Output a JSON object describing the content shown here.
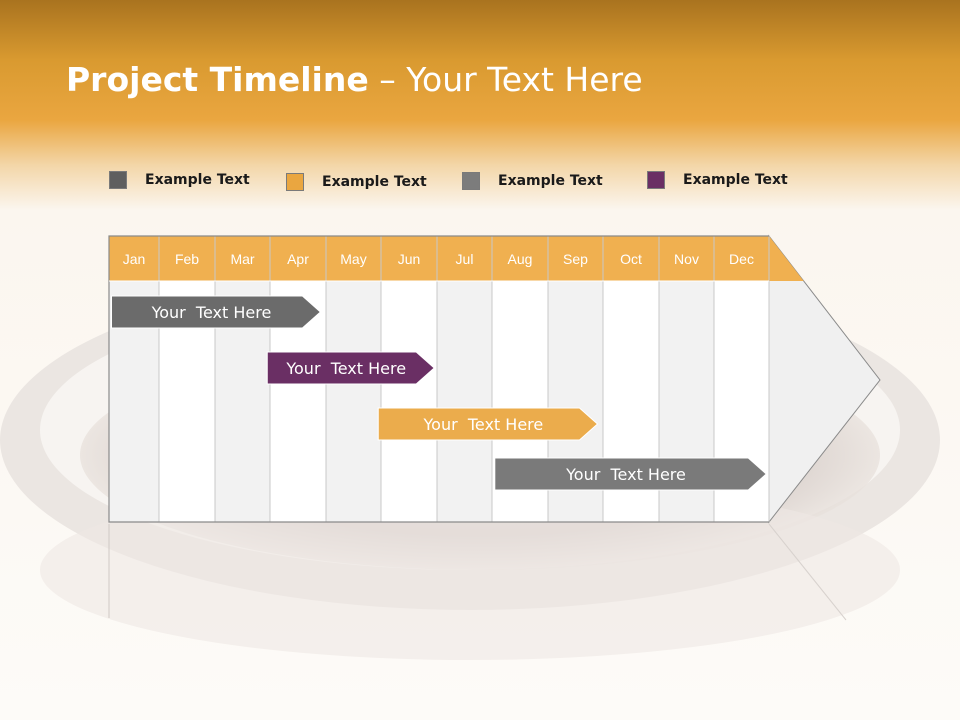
{
  "title": {
    "bold": "Project Timeline",
    "rest": " – Your Text Here"
  },
  "colors": {
    "header_orange": "#eaa640",
    "month_header": "#f0b050",
    "gray": "#6b6b6b",
    "orange": "#ebac4c",
    "purple": "#6a2f64",
    "gray_light": "#7f7f7f"
  },
  "legend": [
    {
      "label": "Example Text",
      "color": "#5f5f5f"
    },
    {
      "label": "Example Text",
      "color": "#eaa640"
    },
    {
      "label": "Example Text",
      "color": "#7c7c7c"
    },
    {
      "label": "Example Text",
      "color": "#6a2f64"
    }
  ],
  "months": [
    "Jan",
    "Feb",
    "Mar",
    "Apr",
    "May",
    "Jun",
    "Jul",
    "Aug",
    "Sep",
    "Oct",
    "Nov",
    "Dec"
  ],
  "tasks": [
    {
      "label": "Your  Text Here",
      "start": 0.05,
      "end": 3.9,
      "color": "#6b6b6b"
    },
    {
      "label": "Your  Text Here",
      "start": 2.95,
      "end": 5.95,
      "color": "#6a2f64"
    },
    {
      "label": "Your  Text Here",
      "start": 4.95,
      "end": 8.9,
      "color": "#ebac4c"
    },
    {
      "label": "Your  Text Here",
      "start": 7.05,
      "end": 11.95,
      "color": "#7a7a7a"
    }
  ]
}
